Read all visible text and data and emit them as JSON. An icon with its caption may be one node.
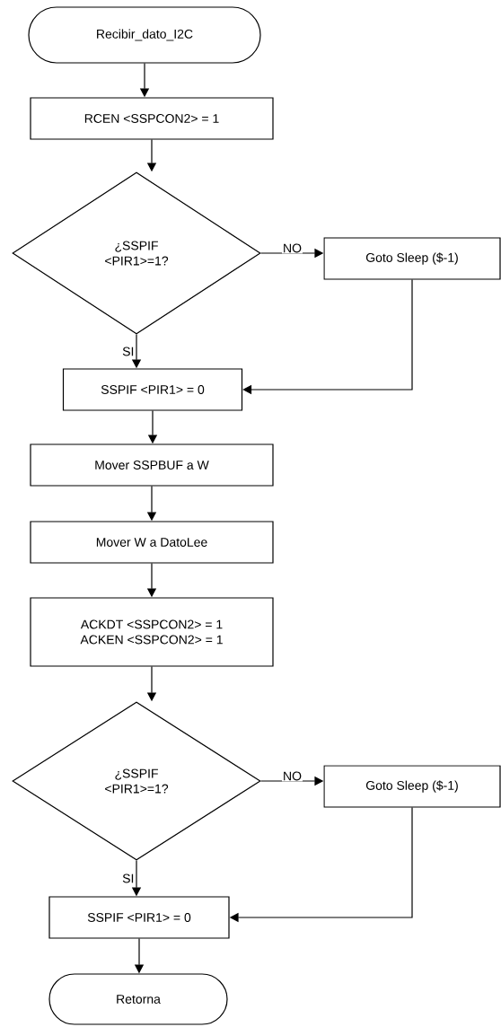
{
  "diagram": {
    "nodes": [
      {
        "text": [
          "Recibir_dato_I2C"
        ]
      },
      {
        "text": [
          "RCEN <SSPCON2> = 1"
        ]
      },
      {
        "text": [
          "¿SSPIF <PIR1>=1?"
        ]
      },
      {
        "text": [
          "Goto Sleep ($-1)"
        ]
      },
      {
        "text": [
          "SSPIF <PIR1> = 0"
        ]
      },
      {
        "text": [
          "Mover SSPBUF a W"
        ]
      },
      {
        "text": [
          "Mover W a DatoLee"
        ]
      },
      {
        "text": [
          "ACKDT <SSPCON2> = 1",
          "ACKEN  <SSPCON2> = 1"
        ]
      },
      {
        "text": [
          "¿SSPIF <PIR1>=1?"
        ]
      },
      {
        "text": [
          "Goto Sleep ($-1)"
        ]
      },
      {
        "text": [
          "SSPIF <PIR1> = 0"
        ]
      },
      {
        "text": [
          "Retorna"
        ]
      }
    ],
    "edges": [
      {
        "from": 0,
        "to": 1,
        "arrow": "to"
      },
      {
        "from": 1,
        "to": 2,
        "arrow": "to"
      },
      {
        "from": 2,
        "to": 3,
        "arrow": "to",
        "label": "NO"
      },
      {
        "from": 2,
        "to": 4,
        "arrow": "to",
        "label": "SI"
      },
      {
        "from": 3,
        "to": 4,
        "arrow": "to"
      },
      {
        "from": 4,
        "to": 5,
        "arrow": "to"
      },
      {
        "from": 5,
        "to": 6,
        "arrow": "to"
      },
      {
        "from": 6,
        "to": 7,
        "arrow": "to"
      },
      {
        "from": 7,
        "to": 8,
        "arrow": "to"
      },
      {
        "from": 8,
        "to": 9,
        "arrow": "to",
        "label": "NO"
      },
      {
        "from": 8,
        "to": 10,
        "arrow": "to",
        "label": "SI"
      },
      {
        "from": 9,
        "to": 10,
        "arrow": "to"
      },
      {
        "from": 10,
        "to": 11,
        "arrow": "to"
      }
    ]
  }
}
